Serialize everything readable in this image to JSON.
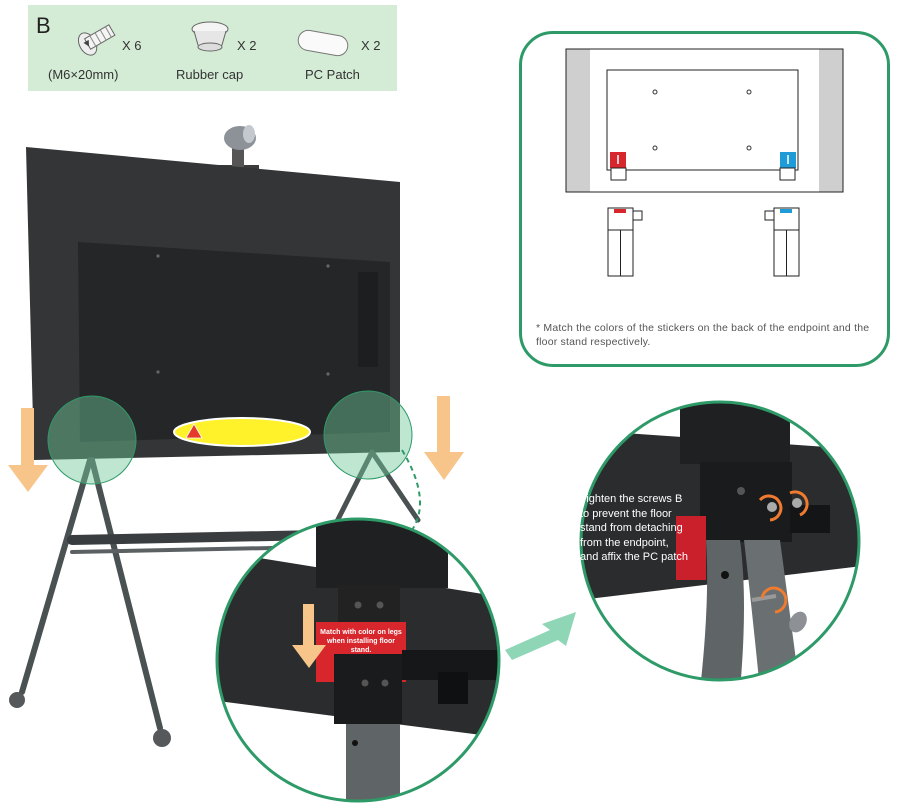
{
  "parts": {
    "letter": "B",
    "items": [
      {
        "name": "(M6×20mm)",
        "qty": "X 6",
        "icon": "screw-icon"
      },
      {
        "name": "Rubber cap",
        "qty": "X 2",
        "icon": "rubber-cap-icon"
      },
      {
        "name": "PC Patch",
        "qty": "X 2",
        "icon": "pc-patch-icon"
      }
    ]
  },
  "panel": {
    "note": "* Match the colors of the stickers on the back of the endpoint and the floor stand respectively."
  },
  "zoom_left": {
    "sticker_text": "Match with color on legs when installing floor stand."
  },
  "zoom_right": {
    "instruction": "Tighten the screws B to prevent the floor stand from detaching from the endpoint, and affix the PC patch"
  },
  "colors": {
    "accent_green": "#2e9a68",
    "parts_bg": "#d4ecd6",
    "arrow_orange": "#f7c48a",
    "arrow_teal": "#8fd6b6",
    "sticker_red": "#d7262c",
    "sticker_blue": "#1f9bd7",
    "rotate_orange": "#ee7b2f"
  }
}
